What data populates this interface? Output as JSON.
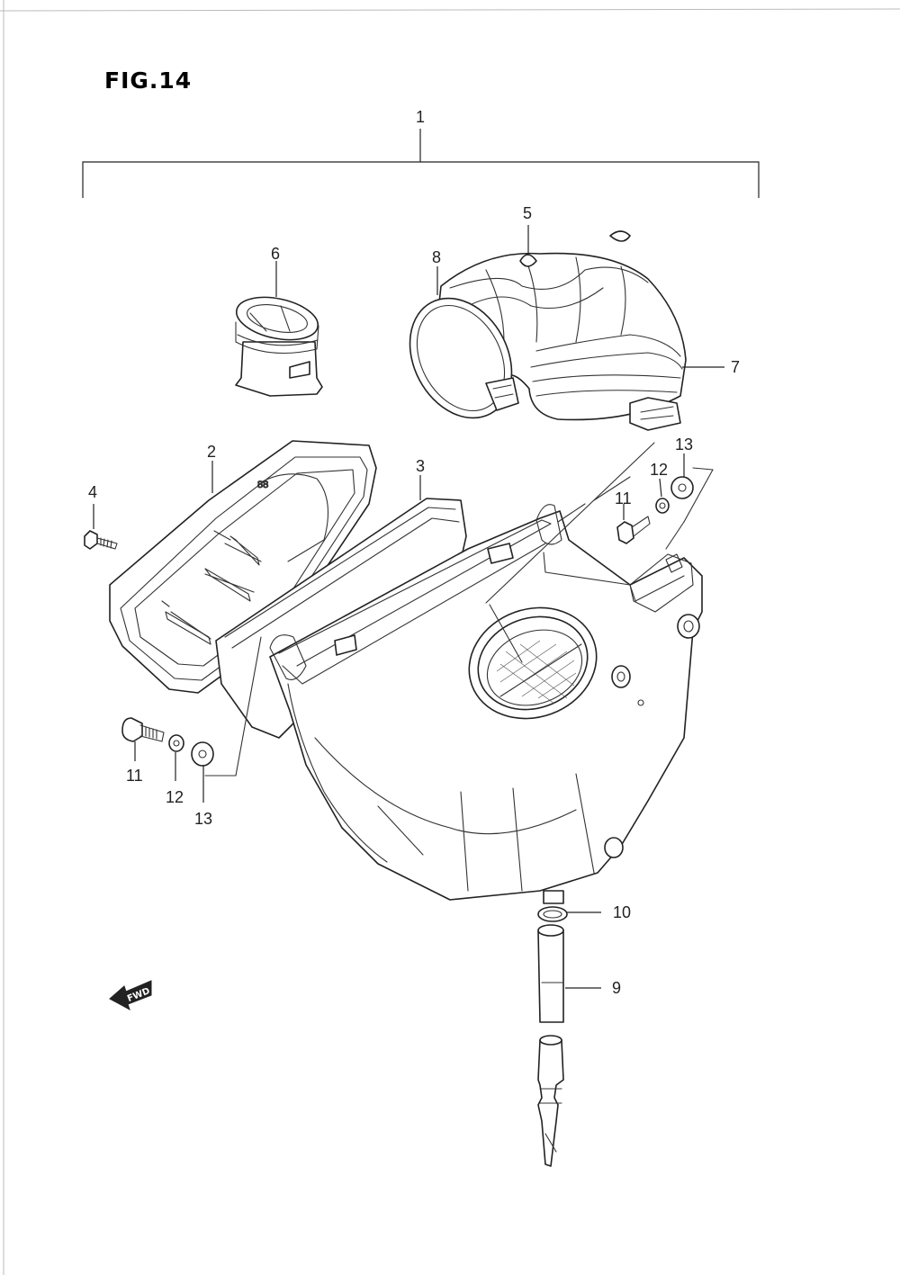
{
  "figure": {
    "title": "FIG.14",
    "arrow_label": "FWD"
  },
  "callouts": {
    "c1": "1",
    "c2": "2",
    "c3": "3",
    "c4": "4",
    "c5": "5",
    "c6": "6",
    "c7": "7",
    "c8": "8",
    "c9": "9",
    "c10": "10",
    "c11_left": "11",
    "c12_left": "12",
    "c13_left": "13",
    "c11_right": "11",
    "c12_right": "12",
    "c13_right": "13"
  }
}
